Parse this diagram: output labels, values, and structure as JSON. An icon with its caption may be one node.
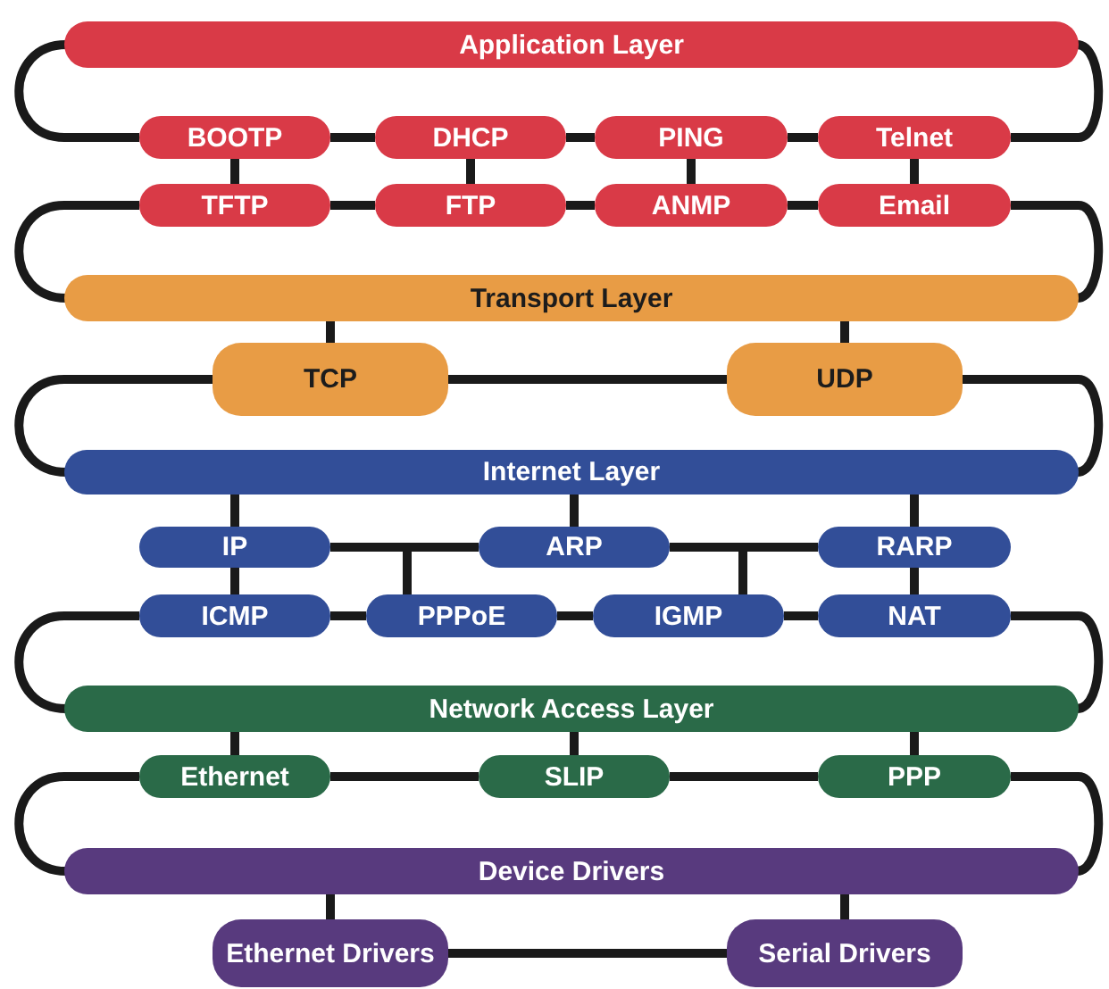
{
  "diagram": {
    "nodes": [
      {
        "text": [
          "Application Layer"
        ]
      },
      {
        "text": [
          "BOOTP"
        ]
      },
      {
        "text": [
          "DHCP"
        ]
      },
      {
        "text": [
          "PING"
        ]
      },
      {
        "text": [
          "Telnet"
        ]
      },
      {
        "text": [
          "TFTP"
        ]
      },
      {
        "text": [
          "FTP"
        ]
      },
      {
        "text": [
          "ANMP"
        ]
      },
      {
        "text": [
          "Email"
        ]
      },
      {
        "text": [
          "Transport Layer"
        ]
      },
      {
        "text": [
          "TCP"
        ]
      },
      {
        "text": [
          "UDP"
        ]
      },
      {
        "text": [
          "Internet Layer"
        ]
      },
      {
        "text": [
          "IP"
        ]
      },
      {
        "text": [
          "ARP"
        ]
      },
      {
        "text": [
          "RARP"
        ]
      },
      {
        "text": [
          "ICMP"
        ]
      },
      {
        "text": [
          "PPPoE"
        ]
      },
      {
        "text": [
          "IGMP"
        ]
      },
      {
        "text": [
          "NAT"
        ]
      },
      {
        "text": [
          "Network Access Layer"
        ]
      },
      {
        "text": [
          "Ethernet"
        ]
      },
      {
        "text": [
          "SLIP"
        ]
      },
      {
        "text": [
          "PPP"
        ]
      },
      {
        "text": [
          "Device Drivers"
        ]
      },
      {
        "text": [
          "Ethernet Drivers"
        ]
      },
      {
        "text": [
          "Serial Drivers"
        ]
      }
    ],
    "edges": [
      {
        "from": 0,
        "to": 1,
        "arrow": "none"
      },
      {
        "from": 0,
        "to": 4,
        "arrow": "none"
      },
      {
        "from": 1,
        "to": 2,
        "arrow": "none"
      },
      {
        "from": 2,
        "to": 3,
        "arrow": "none"
      },
      {
        "from": 3,
        "to": 4,
        "arrow": "none"
      },
      {
        "from": 1,
        "to": 5,
        "arrow": "none"
      },
      {
        "from": 2,
        "to": 6,
        "arrow": "none"
      },
      {
        "from": 3,
        "to": 7,
        "arrow": "none"
      },
      {
        "from": 4,
        "to": 8,
        "arrow": "none"
      },
      {
        "from": 5,
        "to": 6,
        "arrow": "none"
      },
      {
        "from": 6,
        "to": 7,
        "arrow": "none"
      },
      {
        "from": 7,
        "to": 8,
        "arrow": "none"
      },
      {
        "from": 5,
        "to": 9,
        "arrow": "none"
      },
      {
        "from": 8,
        "to": 9,
        "arrow": "none"
      },
      {
        "from": 9,
        "to": 10,
        "arrow": "none"
      },
      {
        "from": 9,
        "to": 11,
        "arrow": "none"
      },
      {
        "from": 10,
        "to": 11,
        "arrow": "none"
      },
      {
        "from": 10,
        "to": 12,
        "arrow": "none"
      },
      {
        "from": 11,
        "to": 12,
        "arrow": "none"
      },
      {
        "from": 12,
        "to": 13,
        "arrow": "none"
      },
      {
        "from": 12,
        "to": 14,
        "arrow": "none"
      },
      {
        "from": 12,
        "to": 15,
        "arrow": "none"
      },
      {
        "from": 13,
        "to": 17,
        "arrow": "none"
      },
      {
        "from": 14,
        "to": 17,
        "arrow": "none"
      },
      {
        "from": 14,
        "to": 18,
        "arrow": "none"
      },
      {
        "from": 15,
        "to": 18,
        "arrow": "none"
      },
      {
        "from": 13,
        "to": 16,
        "arrow": "none"
      },
      {
        "from": 15,
        "to": 19,
        "arrow": "none"
      },
      {
        "from": 16,
        "to": 17,
        "arrow": "none"
      },
      {
        "from": 17,
        "to": 18,
        "arrow": "none"
      },
      {
        "from": 18,
        "to": 19,
        "arrow": "none"
      },
      {
        "from": 16,
        "to": 20,
        "arrow": "none"
      },
      {
        "from": 19,
        "to": 20,
        "arrow": "none"
      },
      {
        "from": 20,
        "to": 21,
        "arrow": "none"
      },
      {
        "from": 20,
        "to": 22,
        "arrow": "none"
      },
      {
        "from": 20,
        "to": 23,
        "arrow": "none"
      },
      {
        "from": 21,
        "to": 22,
        "arrow": "none"
      },
      {
        "from": 22,
        "to": 23,
        "arrow": "none"
      },
      {
        "from": 21,
        "to": 24,
        "arrow": "none"
      },
      {
        "from": 23,
        "to": 24,
        "arrow": "none"
      },
      {
        "from": 24,
        "to": 25,
        "arrow": "none"
      },
      {
        "from": 24,
        "to": 26,
        "arrow": "none"
      },
      {
        "from": 25,
        "to": 26,
        "arrow": "none"
      }
    ]
  }
}
